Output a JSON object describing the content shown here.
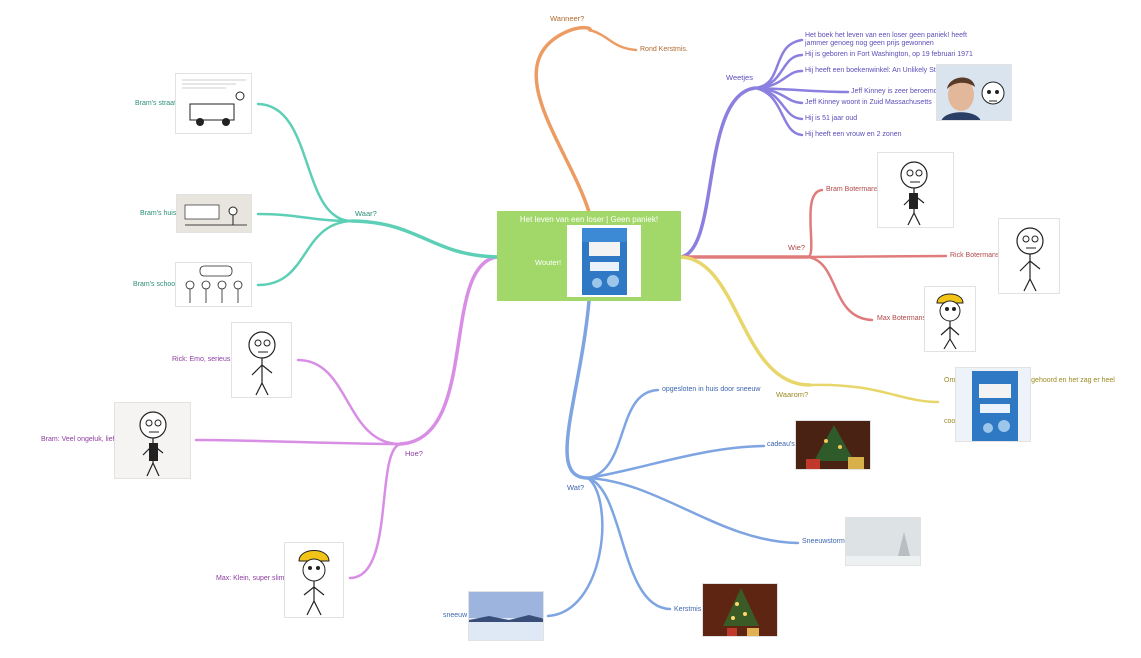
{
  "center": {
    "title": "Het leven van een loser | Geen paniek!",
    "subtitle": "Wouter!",
    "cover_icon": "book-cover-image",
    "color": "#a2d86a"
  },
  "branches": {
    "wanneer": {
      "label": "Wanneer?",
      "color": "#ec9c63",
      "items": [
        "Rond Kerstmis."
      ]
    },
    "weetjes": {
      "label": "Weetjes",
      "color": "#8b7fdf",
      "items": [
        "Het boek het leven van een loser geen paniek! heeft jammer genoeg nog geen prijs gewonnen",
        "Hij is geboren in Fort Washington, op 19 februari 1971",
        "Hij heeft een boekenwinkel: An Unlikely Story",
        "Jeff Kinney is zeer beroemd.",
        "Jeff Kinney woont in Zuid Massachusetts",
        "Hij is 51 jaar oud",
        "Hij heeft een vrouw en 2 zonen"
      ]
    },
    "wie": {
      "label": "Wie?",
      "color": "#e07c7c",
      "items": [
        "Bram Botermans",
        "Rick Botermans",
        "Max Botermans"
      ]
    },
    "waarom": {
      "label": "Waarom?",
      "color": "#e8d66a",
      "items": [
        "Omdat ik er al veel van heb gehoord en het zag er heel cool uit."
      ]
    },
    "wat": {
      "label": "Wat?",
      "color": "#7ea4e2",
      "items": [
        "opgesloten in huis door sneeuw",
        "cadeau's",
        "Sneeuwstorm",
        "Kerstmis",
        "sneeuw"
      ]
    },
    "hoe": {
      "label": "Hoe?",
      "color": "#d98ee6",
      "items": [
        "Rick: Emo, serieus.",
        "Bram: Veel ongeluk, lief.",
        "Max: Klein, super slim."
      ]
    },
    "waar": {
      "label": "Waar?",
      "color": "#5dcfb6",
      "items": [
        "Bram's straat",
        "Bram's huis",
        "Bram's school"
      ]
    }
  },
  "images": {
    "street": "street-sketch-image",
    "house": "house-sketch-image",
    "school": "school-sketch-image",
    "author": "author-photo-image",
    "wimpy": "wimpy-kid-drawing-image",
    "hardhat": "hardhat-kid-drawing-image",
    "gifts": "christmas-gifts-photo-image",
    "storm": "snowstorm-photo-image",
    "tree": "christmas-tree-photo-image",
    "snow": "snow-landscape-photo-image"
  }
}
